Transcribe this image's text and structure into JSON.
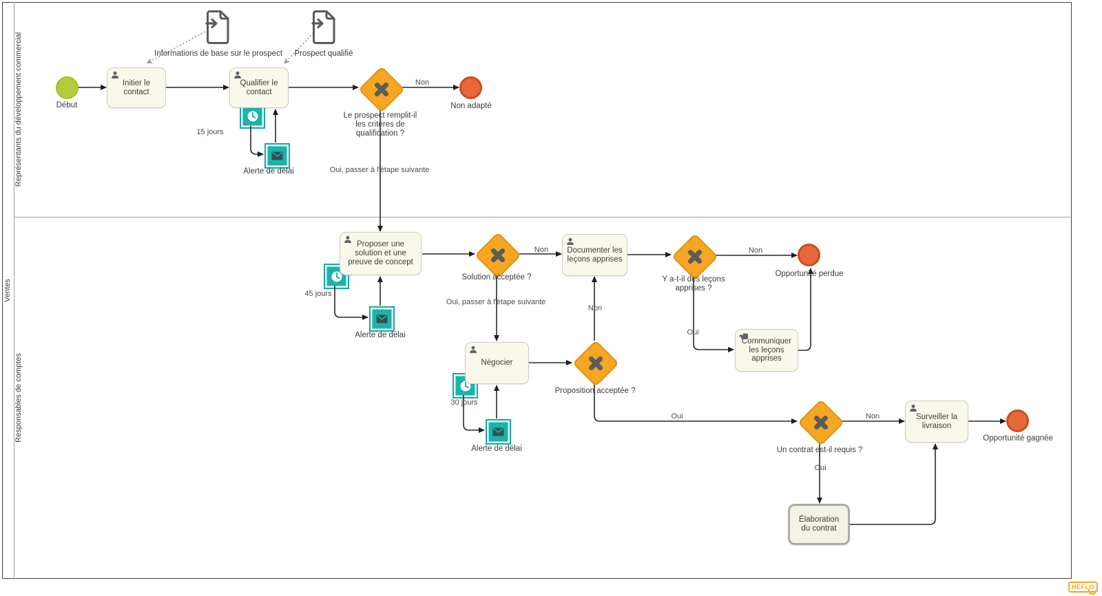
{
  "pool": {
    "label": "Ventes",
    "lanes": [
      {
        "label": "Représentants du développement commercial"
      },
      {
        "label": "Responsables de comptes"
      }
    ]
  },
  "tasks": {
    "initier": {
      "label": "Initier le contact"
    },
    "qualifier": {
      "label": "Qualifier le contact"
    },
    "proposer": {
      "label": "Proposer une solution et une preuve de concept"
    },
    "documenter": {
      "label": "Documenter les leçons apprises"
    },
    "negocier": {
      "label": "Négocier"
    },
    "communiquer": {
      "label": "Communiquer les leçons apprises"
    },
    "surveiller": {
      "label": "Surveiller la livraison"
    },
    "elaboration": {
      "label": "Élaboration du contrat"
    }
  },
  "events": {
    "start": {
      "label": "Début"
    },
    "end_non_adapte": {
      "label": "Non adapté"
    },
    "end_perdue": {
      "label": "Opportunité perdue"
    },
    "end_gagnee": {
      "label": "Opportunité gagnée"
    },
    "timer_qualifier": {
      "label": "15 jours"
    },
    "timer_proposer": {
      "label": "45 jours"
    },
    "timer_negocier": {
      "label": "30 jours"
    },
    "msg_qualifier": {
      "label": "Alerte de délai"
    },
    "msg_proposer": {
      "label": "Alerte de délai"
    },
    "msg_negocier": {
      "label": "Alerte de délai"
    }
  },
  "gateways": {
    "qualification": {
      "label": "Le prospect remplit-il les critères de qualification ?"
    },
    "solution": {
      "label": "Solution acceptée ?"
    },
    "lecons": {
      "label": "Y a-t-il des leçons apprises ?"
    },
    "proposition": {
      "label": "Proposition acceptée ?"
    },
    "contrat": {
      "label": "Un contrat est-il requis ?"
    }
  },
  "data_objects": {
    "infos_prospect": {
      "label": "Informations de base sur le prospect"
    },
    "prospect_qualifie": {
      "label": "Prospect qualifié"
    }
  },
  "flows": {
    "qualification_no": "Non",
    "qualification_yes": "Oui, passer à l'étape suivante",
    "solution_no": "Non",
    "solution_yes": "Oui, passer à l'étape suivante",
    "proposition_no": "Non",
    "proposition_yes": "Oui",
    "lecons_no": "Non",
    "lecons_yes": "Oui",
    "contrat_no": "Non",
    "contrat_yes": "Oui"
  },
  "branding": {
    "logo": "HEFLO"
  },
  "colors": {
    "teal": "#19b5ac",
    "gateway_orange": "#f5a623",
    "start_green": "#b5cb3b",
    "end_red": "#e8683a",
    "task_fill": "#faf8ea",
    "logo_orange": "#f5a31b"
  }
}
